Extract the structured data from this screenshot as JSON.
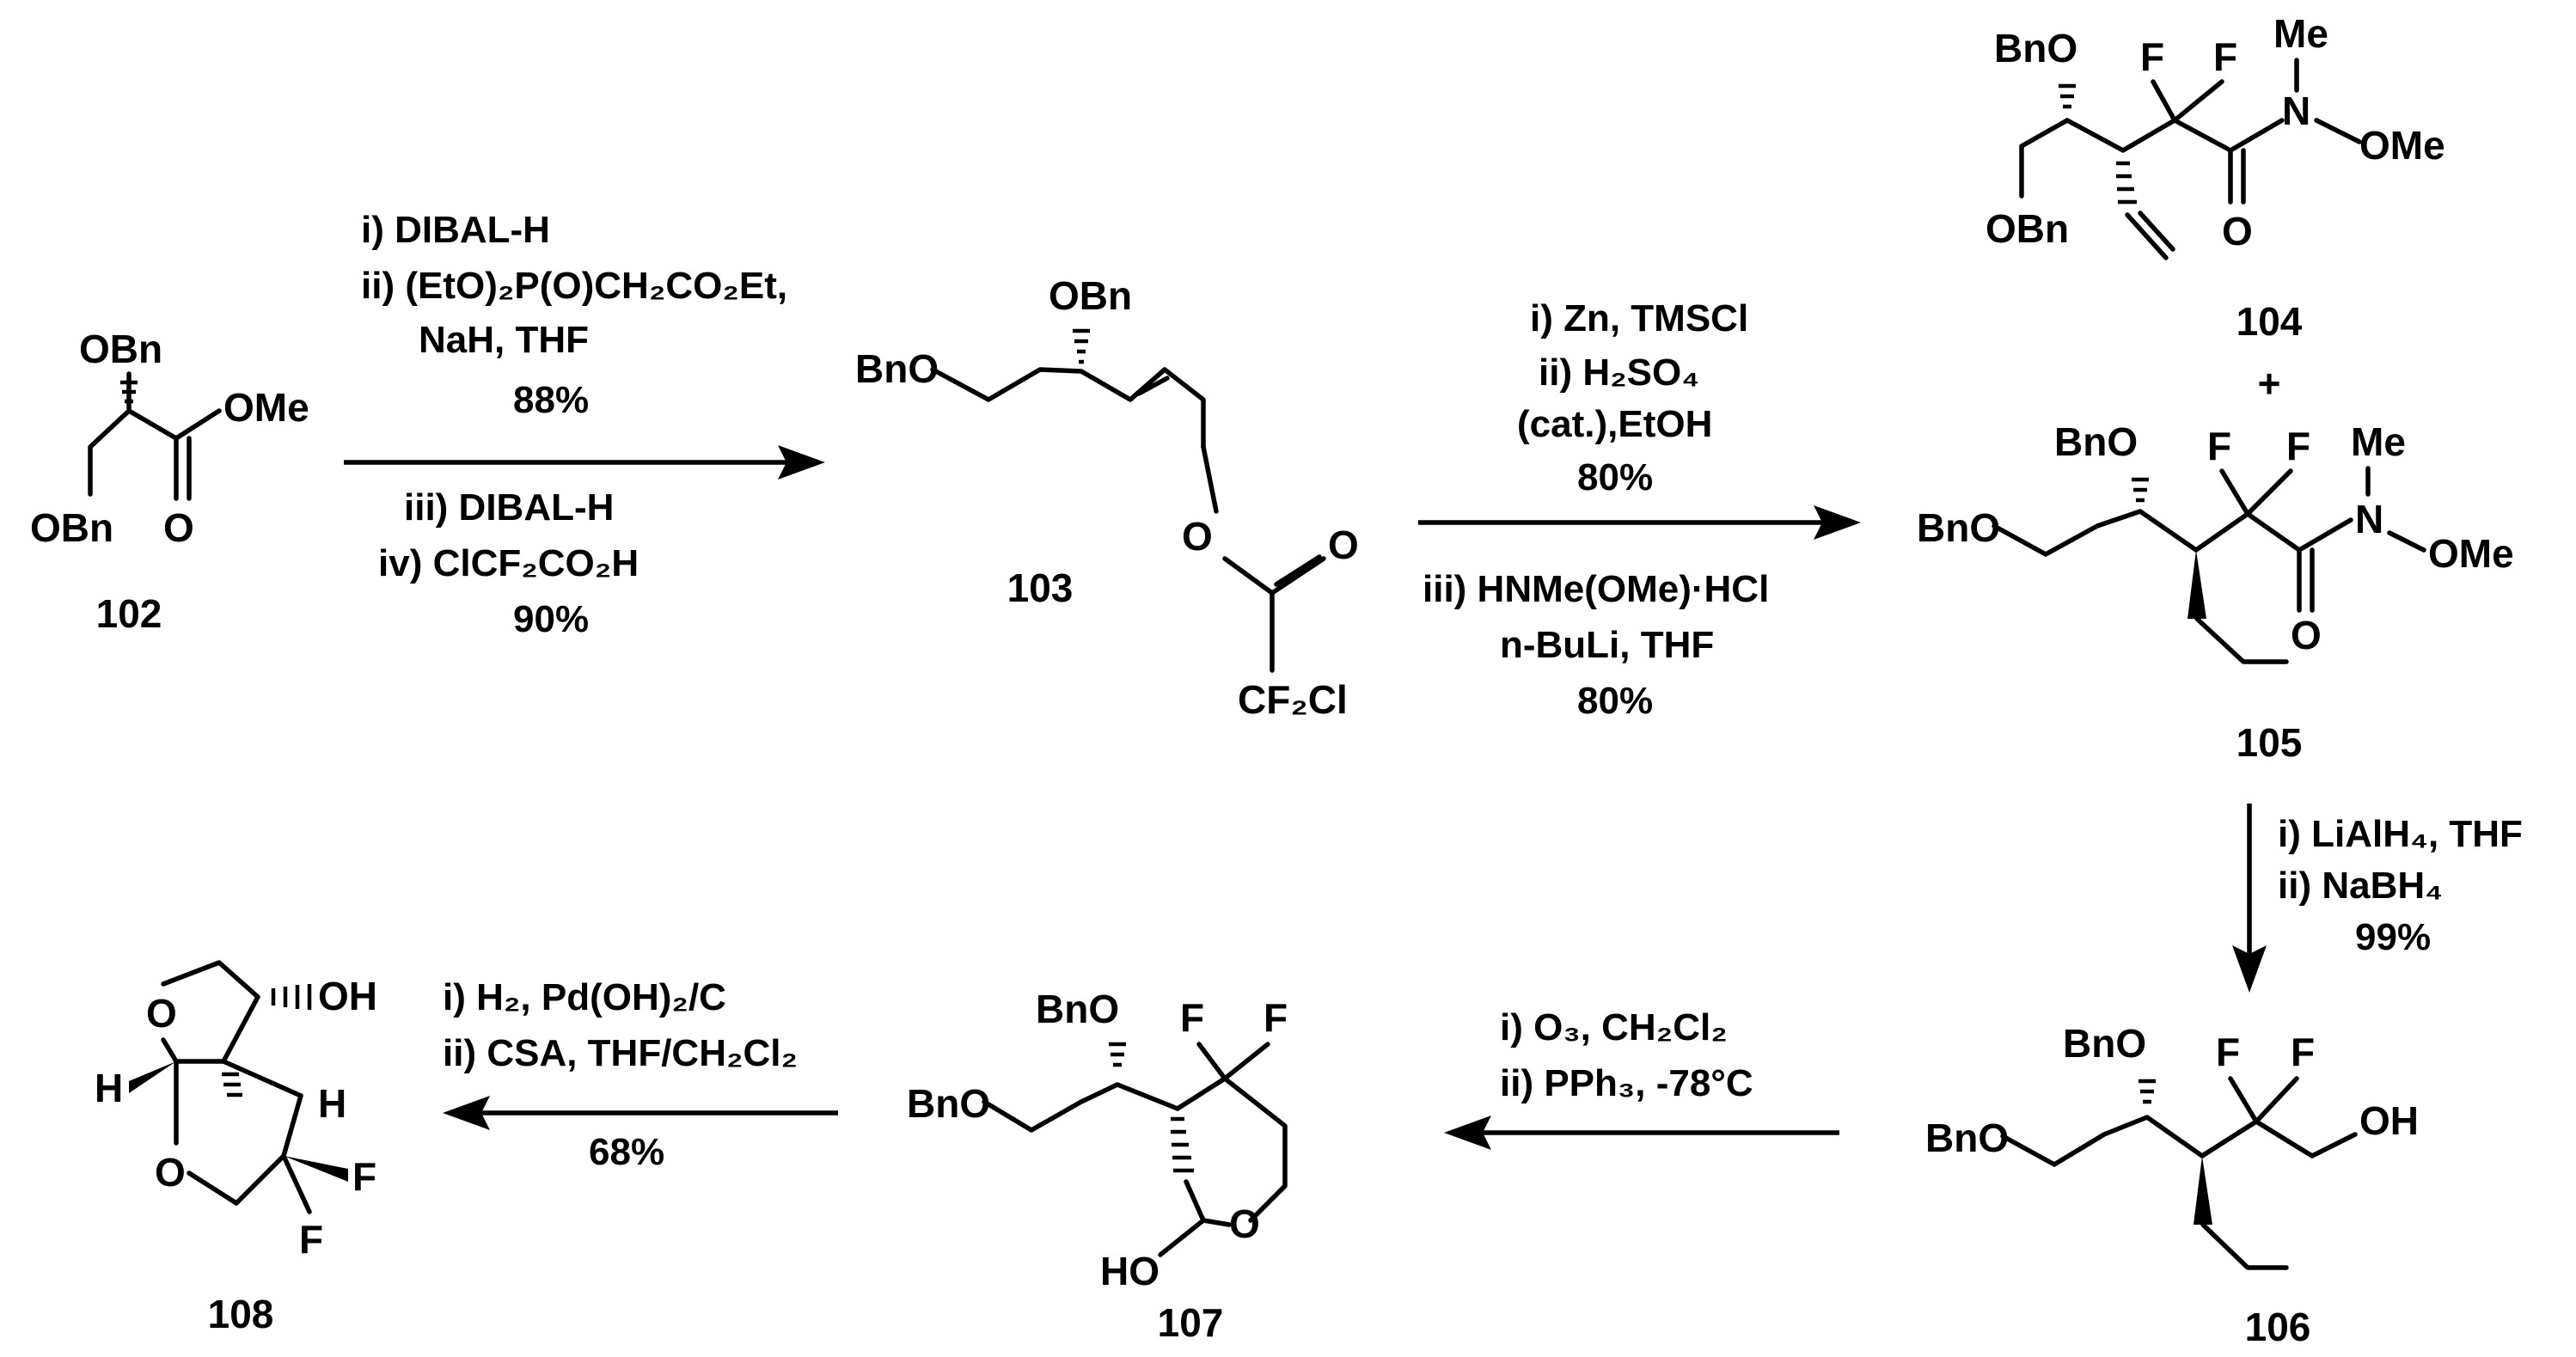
{
  "compounds": {
    "c102": "102",
    "c103": "103",
    "c104": "104",
    "c105": "105",
    "c106": "106",
    "c107": "107",
    "c108": "108"
  },
  "plus": "+",
  "atoms": {
    "OBn": "OBn",
    "BnO": "BnO",
    "OMe": "OMe",
    "O": "O",
    "F": "F",
    "Me": "Me",
    "N": "N",
    "OH": "OH",
    "HO": "HO",
    "H": "H",
    "CF2Cl": "CF₂Cl"
  },
  "steps": {
    "s1": {
      "above": [
        "i) DIBAL-H",
        "ii) (EtO)₂P(O)CH₂CO₂Et,",
        "NaH, THF",
        "88%"
      ],
      "below": [
        "iii)  DIBAL-H",
        "iv) ClCF₂CO₂H",
        "90%"
      ]
    },
    "s2": {
      "above": [
        "i) Zn, TMSCl",
        "ii) H₂SO₄",
        "(cat.),EtOH",
        "80%"
      ],
      "below": [
        "iii)  HNMe(OMe)·HCl",
        "n-BuLi, THF",
        "80%"
      ]
    },
    "s3": [
      "i) LiAlH₄, THF",
      "ii) NaBH₄",
      "99%"
    ],
    "s4": [
      "i) O₃, CH₂Cl₂",
      "ii) PPh₃, -78°C"
    ],
    "s5": [
      "i) H₂, Pd(OH)₂/C",
      "ii) CSA, THF/CH₂Cl₂",
      "68%"
    ]
  }
}
